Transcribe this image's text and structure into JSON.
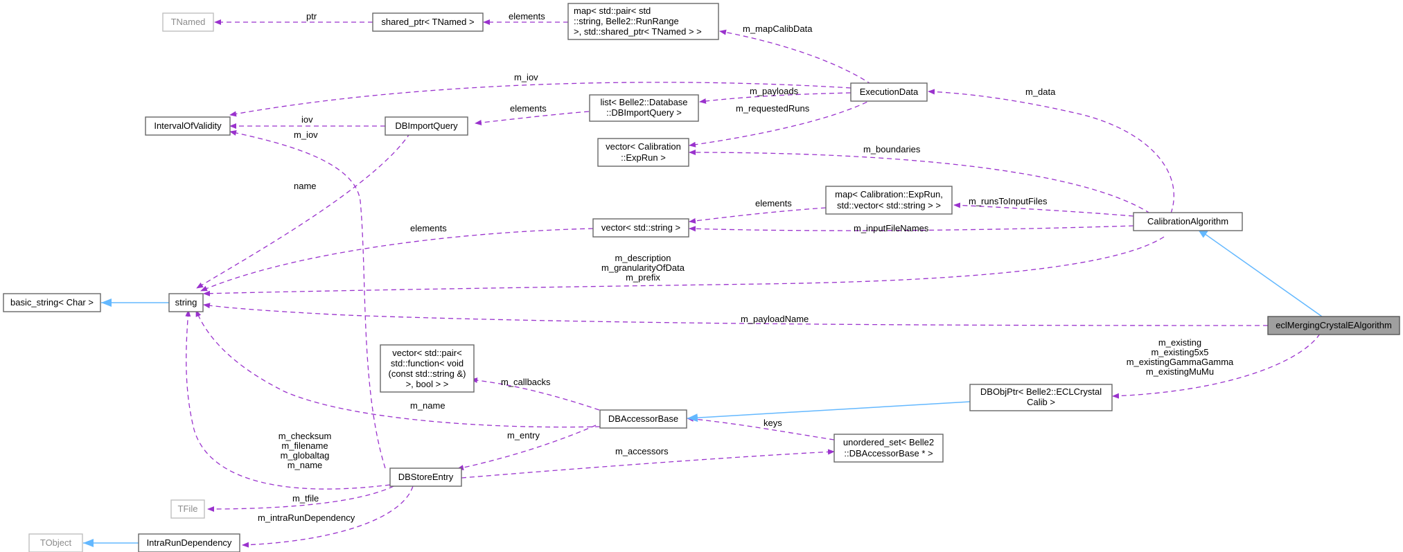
{
  "nodes": {
    "tnamed": "TNamed",
    "shared_ptr": "shared_ptr< TNamed >",
    "map_calib": [
      "map< std::pair< std",
      "::string, Belle2::RunRange",
      ">, std::shared_ptr< TNamed > >"
    ],
    "execution_data": "ExecutionData",
    "interval_of_validity": "IntervalOfValidity",
    "dbimport_query": "DBImportQuery",
    "list_dbimport": [
      "list< Belle2::Database",
      "::DBImportQuery >"
    ],
    "vector_exprun": [
      "vector< Calibration",
      "::ExpRun >"
    ],
    "map_exprun": [
      "map< Calibration::ExpRun,",
      "std::vector< std::string > >"
    ],
    "vector_string": "vector< std::string >",
    "calibration_algorithm": "CalibrationAlgorithm",
    "basic_string": "basic_string< Char >",
    "string": "string",
    "ecl_algorithm": "eclMergingCrystalEAlgorithm",
    "vector_pair_function": [
      "vector< std::pair<",
      "std::function< void",
      "(const std::string &)",
      ">, bool > >"
    ],
    "dbobjptr": [
      "DBObjPtr< Belle2::ECLCrystal",
      "Calib >"
    ],
    "dbaccessor_base": "DBAccessorBase",
    "unordered_set": [
      "unordered_set< Belle2",
      "::DBAccessorBase * >"
    ],
    "dbstore_entry": "DBStoreEntry",
    "tfile": "TFile",
    "tobject": "TObject",
    "intrarun_dependency": "IntraRunDependency"
  },
  "edge_labels": {
    "ptr": "ptr",
    "elements_shared": "elements",
    "m_mapCalibData": "m_mapCalibData",
    "m_iov_exec": "m_iov",
    "m_payloads": "m_payloads",
    "elements_list": "elements",
    "m_data": "m_data",
    "iov": "iov",
    "m_requestedRuns": "m_requestedRuns",
    "m_iov_store": "m_iov",
    "m_boundaries": "m_boundaries",
    "name": "name",
    "elements_map": "elements",
    "m_runsToInputFiles": "m_runsToInputFiles",
    "elements_vec": "elements",
    "m_inputFileNames": "m_inputFileNames",
    "calib_strings": [
      "m_description",
      "m_granularityOfData",
      "m_prefix"
    ],
    "m_payloadName": "m_payloadName",
    "ecl_existing": [
      "m_existing",
      "m_existing5x5",
      "m_existingGammaGamma",
      "m_existingMuMu"
    ],
    "m_callbacks": "m_callbacks",
    "m_name": "m_name",
    "keys": "keys",
    "m_entry": "m_entry",
    "store_strings": [
      "m_checksum",
      "m_filename",
      "m_globaltag",
      "m_name"
    ],
    "m_accessors": "m_accessors",
    "m_tfile": "m_tfile",
    "m_intraRunDependency": "m_intraRunDependency"
  },
  "colors": {
    "usage_edge": "#9a32cd",
    "inheritance_edge": "#63b8ff",
    "node_border": "#666666",
    "external_node_border": "#bfbfbf",
    "highlight_node_fill": "#9f9f9f"
  }
}
